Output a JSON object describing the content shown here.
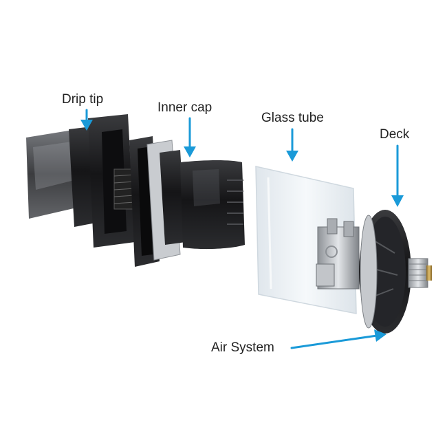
{
  "labels": {
    "drip_tip": "Drip tip",
    "inner_cap": "Inner cap",
    "glass_tube": "Glass tube",
    "deck": "Deck",
    "air_system": "Air System"
  },
  "colors": {
    "arrow": "#1a9ad8",
    "label_text": "#222222",
    "dark_part": "#1b1b1d",
    "glass": "#eef3f7",
    "metal": "#b8bcc0"
  },
  "icons": {
    "arrow": "arrow-icon"
  }
}
